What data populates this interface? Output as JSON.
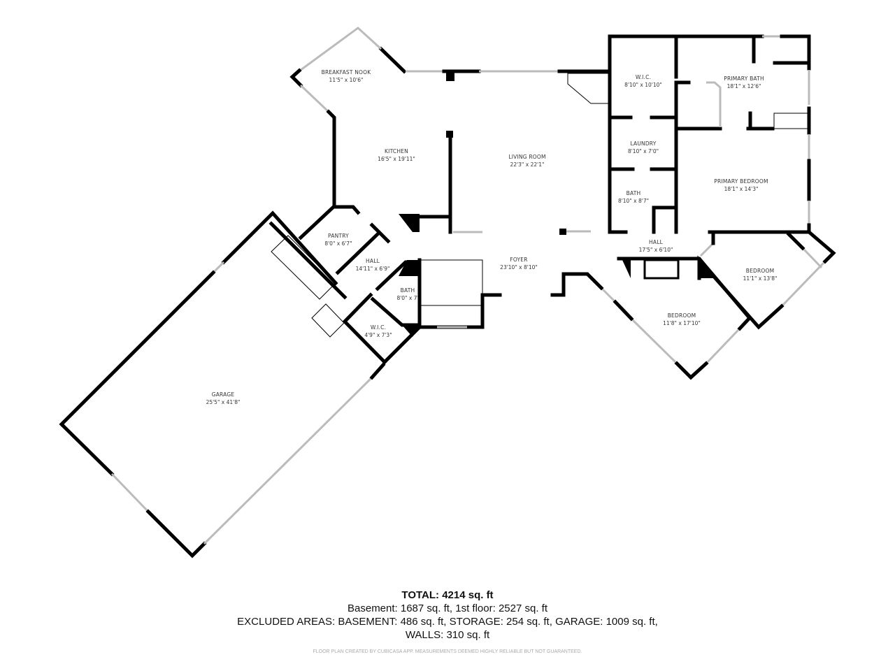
{
  "rooms": {
    "breakfast_nook": {
      "name": "BREAKFAST NOOK",
      "dims": "11'5\" x 10'6\""
    },
    "kitchen": {
      "name": "KITCHEN",
      "dims": "16'5\" x 19'11\""
    },
    "living_room": {
      "name": "LIVING ROOM",
      "dims": "22'3\" x 22'1\""
    },
    "wic_primary": {
      "name": "W.I.C.",
      "dims": "8'10\" x 10'10\""
    },
    "primary_bath": {
      "name": "PRIMARY BATH",
      "dims": "18'1\" x 12'6\""
    },
    "laundry": {
      "name": "LAUNDRY",
      "dims": "8'10\" x 7'0\""
    },
    "bath_hall": {
      "name": "BATH",
      "dims": "8'10\" x 8'7\""
    },
    "primary_bedroom": {
      "name": "PRIMARY BEDROOM",
      "dims": "18'1\" x 14'3\""
    },
    "hall_right": {
      "name": "HALL",
      "dims": "17'5\" x 6'10\""
    },
    "pantry": {
      "name": "PANTRY",
      "dims": "8'0\" x 6'7\""
    },
    "hall_left": {
      "name": "HALL",
      "dims": "14'11\" x 6'9\""
    },
    "foyer": {
      "name": "FOYER",
      "dims": "23'10\" x 8'10\""
    },
    "bath_small": {
      "name": "BATH",
      "dims": "8'0\" x 7'"
    },
    "wic_small": {
      "name": "W.I.C.",
      "dims": "4'9\" x 7'3\""
    },
    "bedroom_right": {
      "name": "BEDROOM",
      "dims": "11'1\" x 13'8\""
    },
    "bedroom_bottom": {
      "name": "BEDROOM",
      "dims": "11'8\" x 17'10\""
    },
    "garage": {
      "name": "GARAGE",
      "dims": "25'5\" x 41'8\""
    }
  },
  "summary": {
    "total": "TOTAL: 4214 sq. ft",
    "floors": "Basement: 1687 sq. ft, 1st floor: 2527 sq. ft",
    "excluded": "EXCLUDED AREAS: BASEMENT: 486 sq. ft, STORAGE: 254 sq. ft, GARAGE: 1009 sq. ft,",
    "walls": "WALLS: 310 sq. ft"
  },
  "credit": "FLOOR PLAN CREATED BY CUBICASA APP. MEASUREMENTS DEEMED HIGHLY RELIABLE BUT NOT GUARANTEED.",
  "colors": {
    "wall": "#000000",
    "window": "#bbbbbb",
    "text": "#333333"
  }
}
